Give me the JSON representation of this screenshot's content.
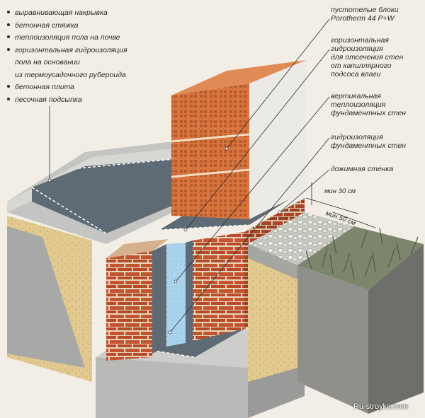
{
  "left_labels": [
    {
      "text": "выравнивающая накрывка",
      "bullet": true
    },
    {
      "text": "бетонная стяжка",
      "bullet": true
    },
    {
      "text": "теплоизоляция пола на почве",
      "bullet": true
    },
    {
      "text": "горизонтальная гидроизоляция",
      "bullet": true
    },
    {
      "text": "пола на основании",
      "bullet": false
    },
    {
      "text": "из термоусадочного рубероида",
      "bullet": false
    },
    {
      "text": "бетонная плита",
      "bullet": true
    },
    {
      "text": "песочная подсыпка",
      "bullet": true
    }
  ],
  "right_labels": {
    "blocks": [
      "пустотелые блоки",
      "Porotherm 44 P+W"
    ],
    "horizontal_waterproofing": [
      "горизонтальная",
      "гидроизоляция",
      "для отсечения стен",
      "от капиллярного",
      "подсоса влаги"
    ],
    "vertical_insulation": [
      "вертикальная",
      "теплоизоляция",
      "фундаментных стен"
    ],
    "foundation_waterproofing": [
      "гидроизоляция",
      "фундаментных стен"
    ],
    "pressing_wall": [
      "дожимная стенка"
    ]
  },
  "dimensions": {
    "min30": "мин 30 см",
    "min50": "мин 50 см"
  },
  "watermark": "Ru-stroyka.com",
  "colors": {
    "background": "#f3eee5",
    "brick": "#c4532e",
    "mortar": "#e9d9c4",
    "block": "#d9753e",
    "concrete": "#b9b9b7",
    "sand": "#e1c98f",
    "membrane": "#5f6b74",
    "insulation": "#9fcbe6",
    "gravel": "#d8d8d2",
    "grass": "#6f7a62"
  }
}
